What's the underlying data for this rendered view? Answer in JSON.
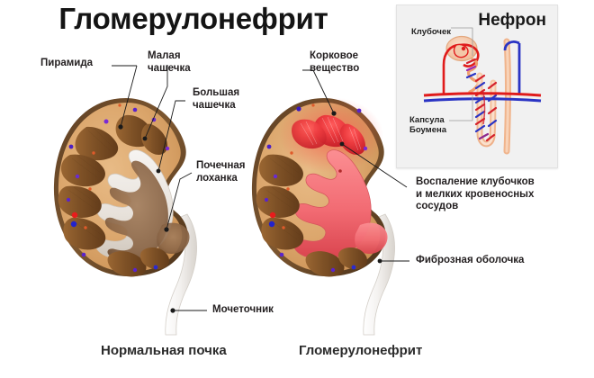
{
  "title": "Гломерулонефрит",
  "labels": {
    "pyramid": "Пирамида",
    "minor_calyx": "Малая\nчашечка",
    "minor_calyx_l1": "Малая",
    "minor_calyx_l2": "чашечка",
    "major_calyx_l1": "Большая",
    "major_calyx_l2": "чашечка",
    "cortex_l1": "Корковое",
    "cortex_l2": "вещество",
    "renal_pelvis_l1": "Почечная",
    "renal_pelvis_l2": "лоханка",
    "ureter": "Мочеточник",
    "inflammation_l1": "Воспаление клубочков",
    "inflammation_l2": "и мелких кровеносных",
    "inflammation_l3": "сосудов",
    "fibrous_capsule": "Фиброзная оболочка"
  },
  "captions": {
    "left": "Нормальная почка",
    "right": "Гломерулонефрит"
  },
  "inset": {
    "title": "Нефрон",
    "glomerulus": "Клубочек",
    "bowman_l1": "Капсула",
    "bowman_l2": "Боумена"
  },
  "colors": {
    "background": "#ffffff",
    "cortex": "#d9a066",
    "cortex_light": "#e3b079",
    "capsule_outline": "#6b4a2a",
    "medulla_pyramid": "#8a5a2b",
    "pyramid_dark": "#704722",
    "pelvis_normal": "#efeae4",
    "pelvis_inner": "#8d6a4c",
    "inflamed_red": "#e8333a",
    "inflamed_pink": "#f2737c",
    "ureter": "#f2f0ee",
    "artery": "#e02020",
    "vein": "#2a2ad0",
    "text": "#231f20",
    "inset_bg": "#f1f1f1"
  }
}
